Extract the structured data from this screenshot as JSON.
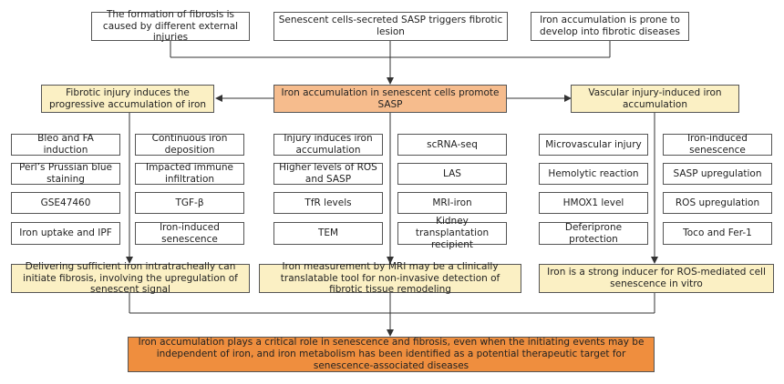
{
  "top_causes": [
    "The formation of fibrosis is caused by different external injuries",
    "Senescent cells-secreted SASP triggers fibrotic lesion",
    "Iron accumulation is prone to develop into fibrotic diseases"
  ],
  "central_hub": "Iron accumulation in senescent cells promote SASP",
  "branches": [
    "Fibrotic injury induces the progressive accumulation of iron",
    "Vascular injury-induced iron accumulation"
  ],
  "evidence_columns": [
    [
      "Bleo and FA induction",
      "Perl’s Prussian blue staining",
      "GSE47460",
      "Iron uptake and IPF"
    ],
    [
      "Continuous iron deposition",
      "Impacted immune infiltration",
      "TGF-β",
      "Iron-induced senescence"
    ],
    [
      "Injury induces iron accumulation",
      "Higher levels of ROS and SASP",
      "TfR levels",
      "TEM"
    ],
    [
      "scRNA-seq",
      "LAS",
      "MRI-iron",
      "Kidney transplantation recipient"
    ],
    [
      "Microvascular injury",
      "Hemolytic reaction",
      "HMOX1 level",
      "Deferiprone protection"
    ],
    [
      "Iron-induced senescence",
      "SASP upregulation",
      "ROS upregulation",
      "Toco and Fer-1"
    ]
  ],
  "findings": [
    "Delivering sufficient iron intratracheally can initiate fibrosis, involving the upregulation of senescent signal",
    "Iron measurement by MRI may be a clinically translatable tool for non-invasive detection of fibrotic tissue remodeling",
    "Iron is a strong inducer for ROS-mediated cell senescence in vitro"
  ],
  "conclusion": "Iron accumulation plays a critical role in senescence and fibrosis, even when the initiating events may be independent of iron, and iron metabolism has been identified as a potential therapeutic target for senescence-associated diseases",
  "colors": {
    "line": "#333333",
    "box_border": "#555555",
    "yellow_fill": "#fbf0c4",
    "orange_fill": "#f6bc8d",
    "deep_orange_fill": "#ef8e3e"
  }
}
